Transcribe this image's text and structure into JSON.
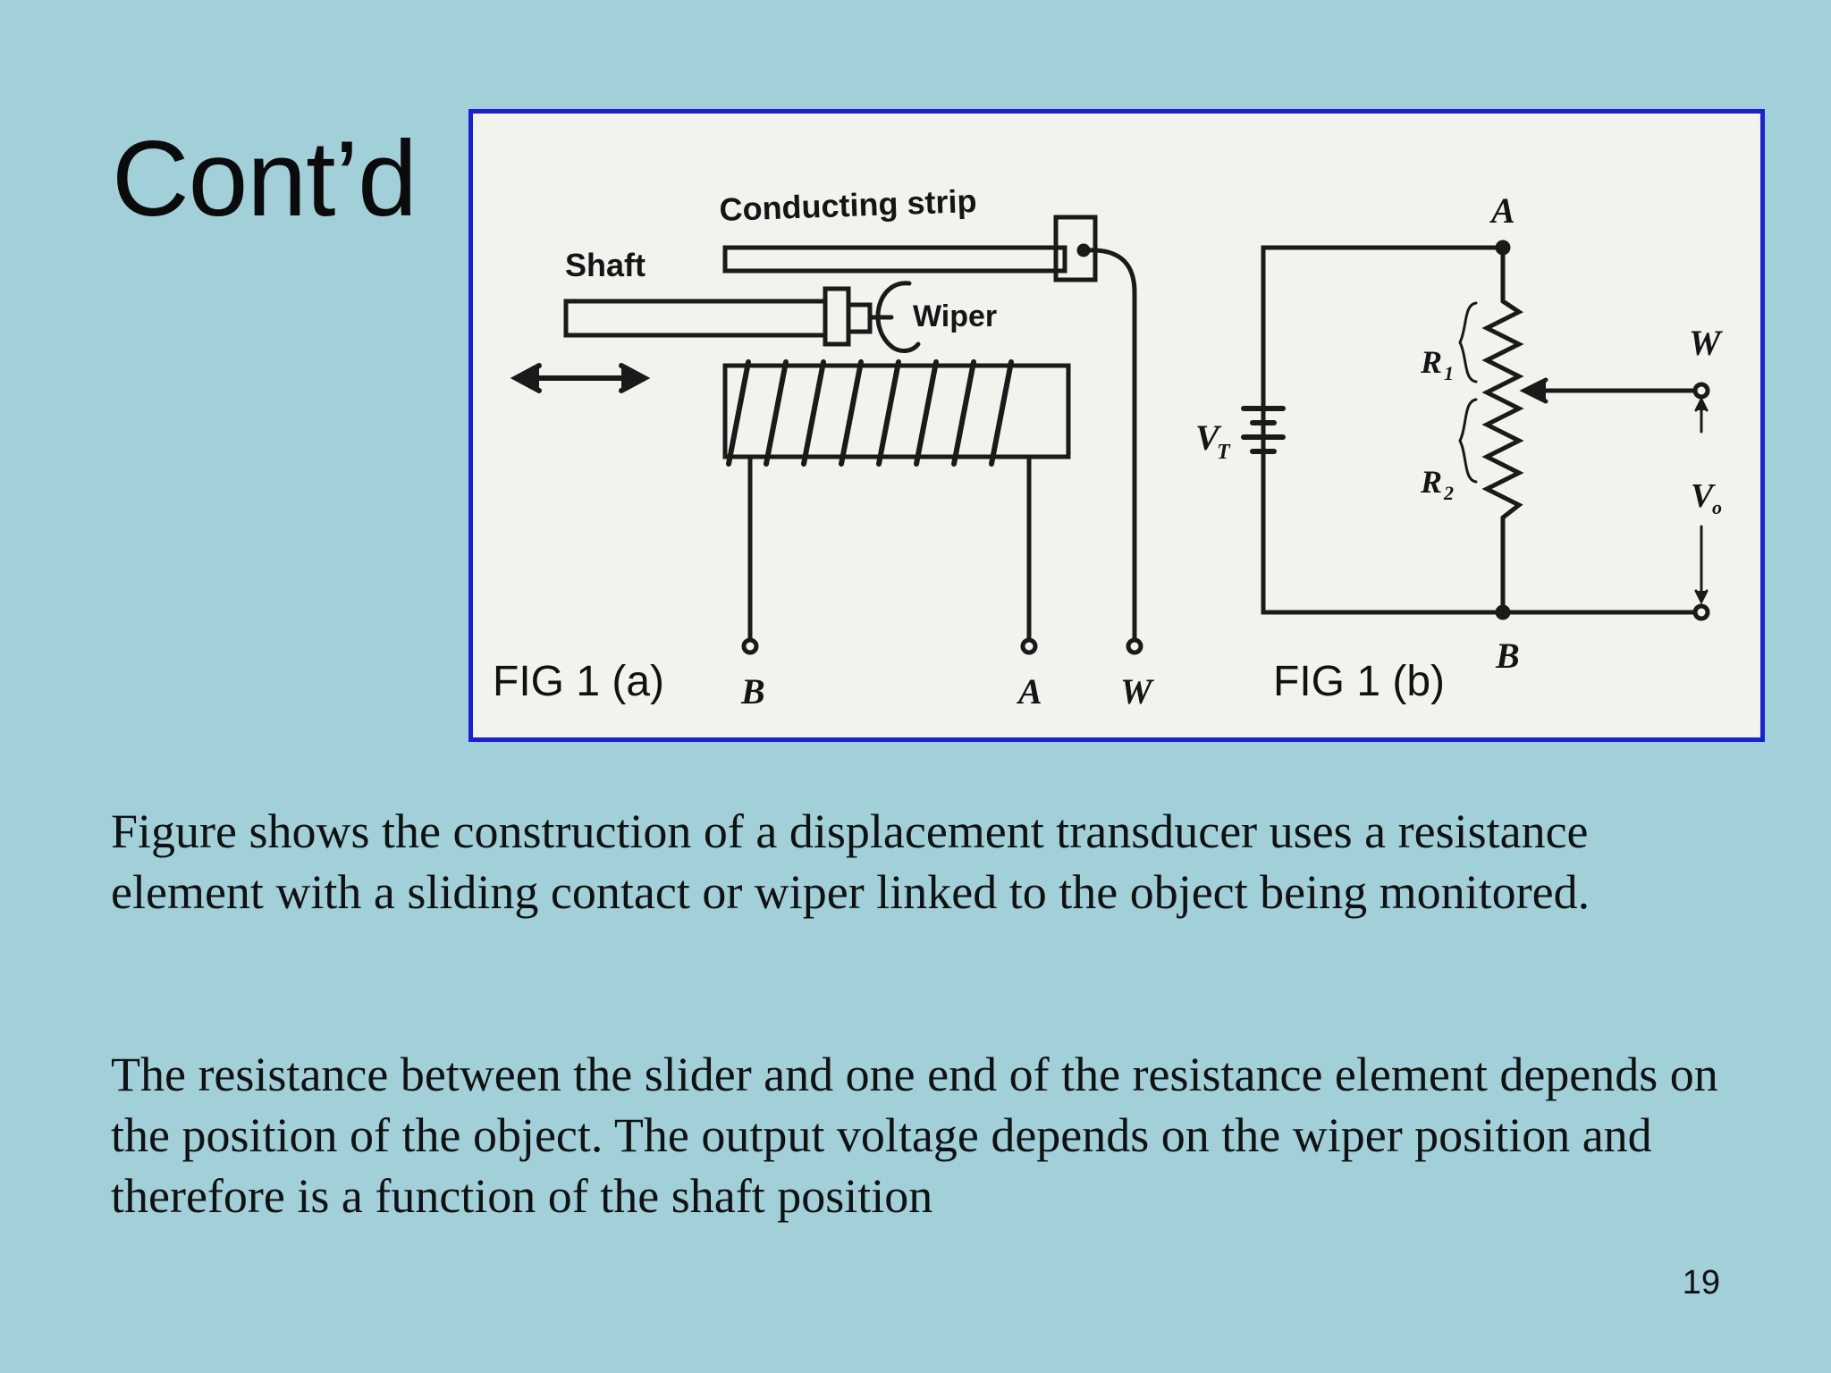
{
  "slide": {
    "title": "Cont’d",
    "number": "19"
  },
  "figure": {
    "caption_a": "FIG 1 (a)",
    "caption_b": "FIG 1 (b)",
    "fig_a_labels": {
      "conducting_strip": "Conducting strip",
      "shaft": "Shaft",
      "wiper": "Wiper",
      "terminal_b": "B",
      "terminal_a": "A",
      "terminal_w": "W"
    },
    "fig_b_labels": {
      "node_a": "A",
      "node_b": "B",
      "r1": "R",
      "r1_sub": "1",
      "r2": "R",
      "r2_sub": "2",
      "vt": "V",
      "vt_sub": "T",
      "w": "W",
      "vo": "V",
      "vo_sub": "o"
    },
    "colors": {
      "frame_border": "#1a20d8",
      "background": "#a1d0d9"
    }
  },
  "body": {
    "paragraph_1": "Figure shows the construction of a displacement transducer uses a resistance element with a sliding contact or wiper linked to the object being monitored.",
    "paragraph_2": "The resistance between the slider and one end of the resistance element depends on the position of the object. The output voltage depends on the wiper position and therefore is a function of the shaft position"
  }
}
